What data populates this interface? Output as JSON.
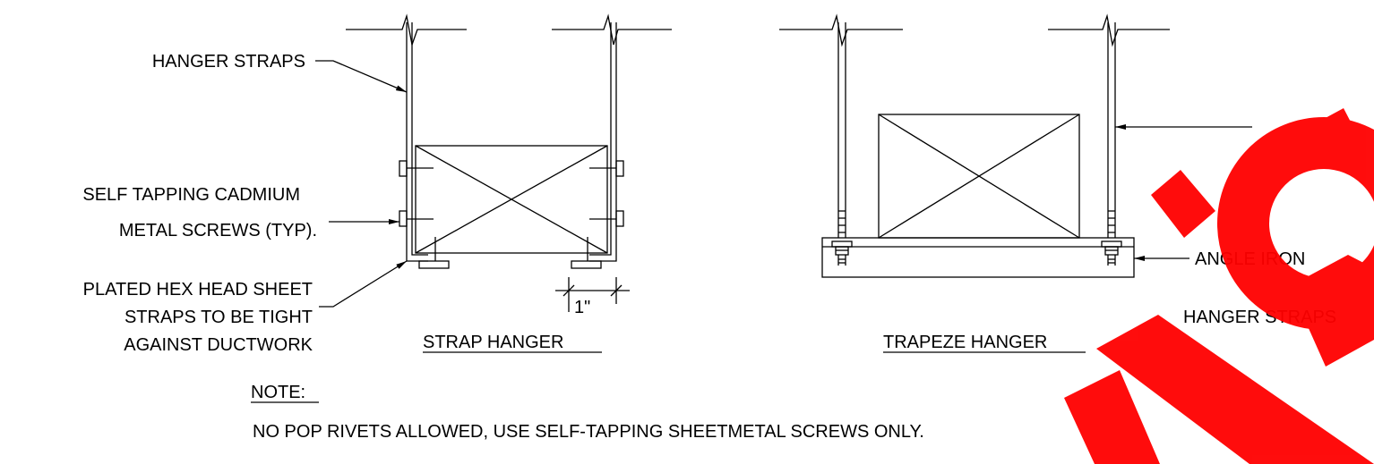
{
  "strap_detail": {
    "callout_hanger_straps": "HANGER STRAPS",
    "callout_screws_line1": "SELF TAPPING CADMIUM",
    "callout_screws_line2": "METAL SCREWS (TYP).",
    "callout_sheet_line1": "PLATED HEX HEAD SHEET",
    "callout_sheet_line2": "STRAPS TO BE TIGHT",
    "callout_sheet_line3": "AGAINST DUCTWORK",
    "dimension": "1\"",
    "title": "STRAP HANGER"
  },
  "trapeze_detail": {
    "callout_angle_iron": "ANGLE IRON",
    "callout_hanger_straps": "HANGER STRAPS",
    "title": "TRAPEZE HANGER"
  },
  "notes": {
    "heading": "NOTE:",
    "text": "NO POP RIVETS ALLOWED, USE SELF-TAPPING SHEETMETAL SCREWS ONLY."
  },
  "colors": {
    "line": "#000000",
    "watermark": "#ff0000"
  }
}
